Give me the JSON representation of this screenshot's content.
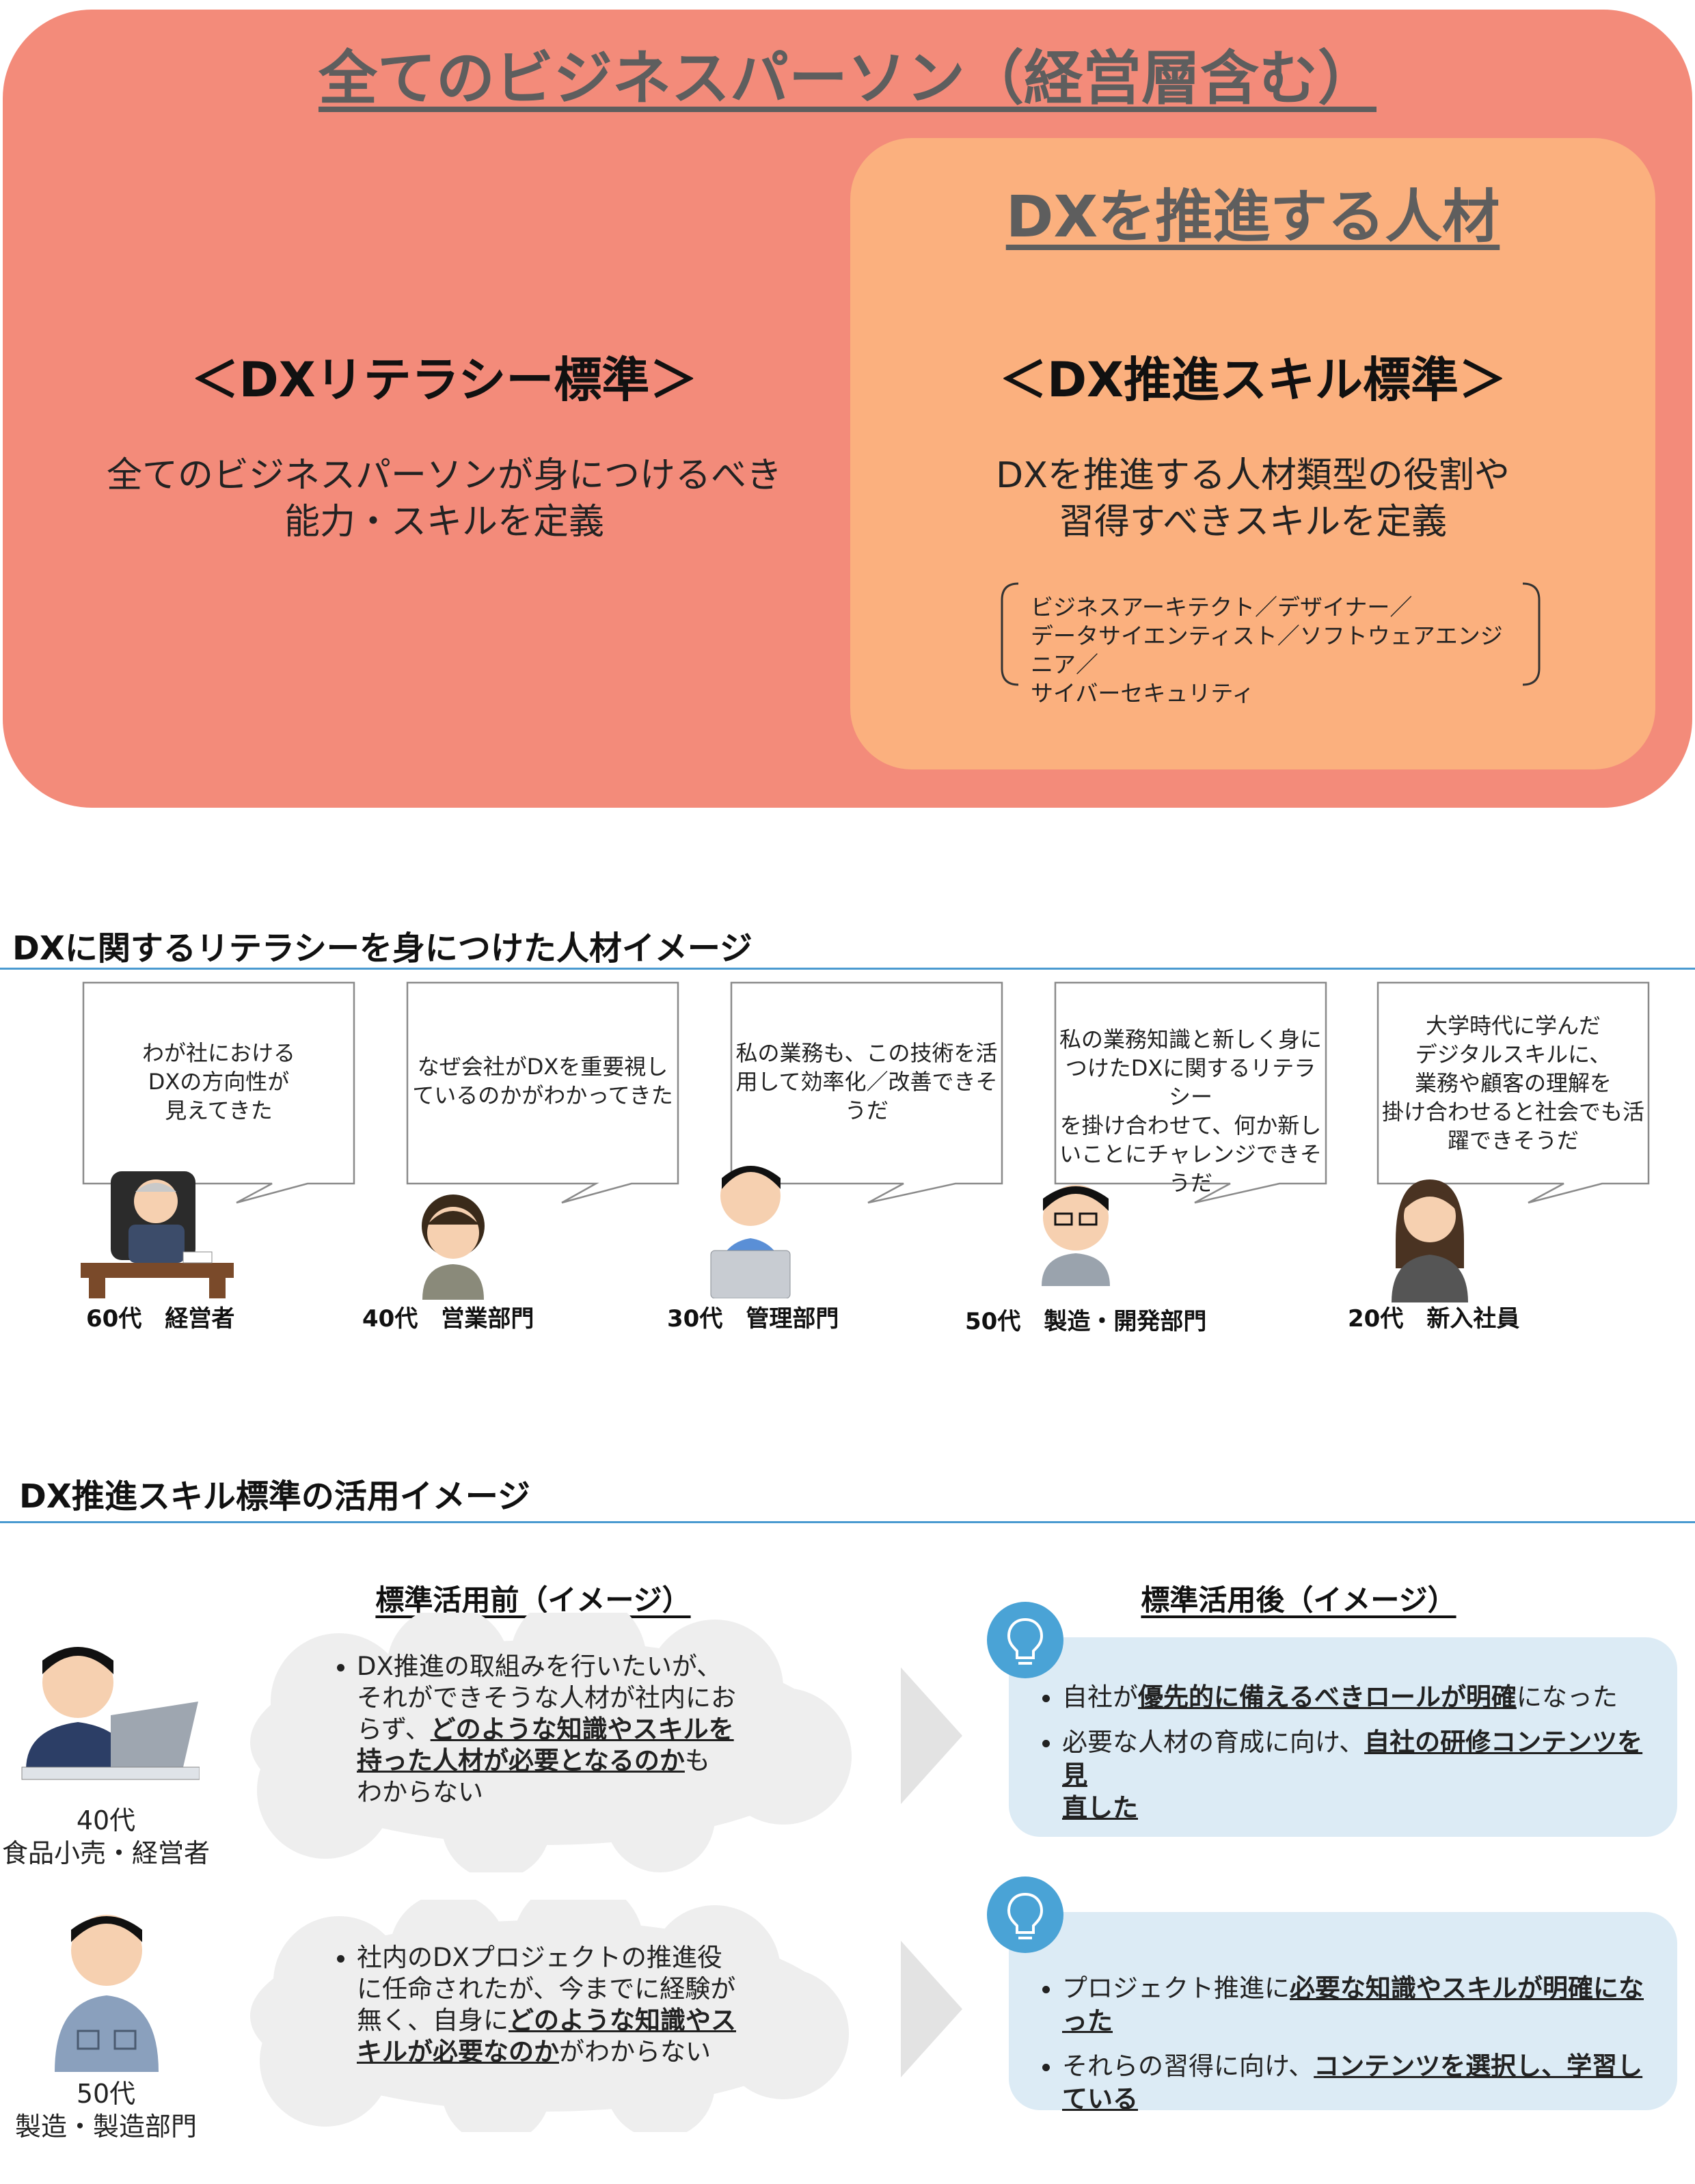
{
  "top": {
    "title": "全てのビジネスパーソン（経営層含む）",
    "literacy": {
      "heading": "＜DXリテラシー標準＞",
      "desc_line1": "全てのビジネスパーソンが身につけるべき",
      "desc_line2": "能力・スキルを定義"
    },
    "promo": {
      "title": "DXを推進する人材",
      "heading": "＜DX推進スキル標準＞",
      "desc_line1": "DXを推進する人材類型の役割や",
      "desc_line2": "習得すべきスキルを定義",
      "roles_line1": "ビジネスアーキテクト／デザイナー／",
      "roles_line2": "データサイエンティスト／ソフトウェアエンジニア／",
      "roles_line3": "サイバーセキュリティ"
    }
  },
  "section1": {
    "heading": "DXに関するリテラシーを身につけた人材イメージ",
    "people": [
      {
        "lines": [
          "わが社における",
          "DXの方向性が",
          "見えてきた"
        ],
        "label": "60代　経営者"
      },
      {
        "lines": [
          "なぜ会社がDXを重要視し",
          "ているのかがわかってきた"
        ],
        "label": "40代　営業部門"
      },
      {
        "lines": [
          "私の業務も、この技術を活",
          "用して効率化／改善できそ",
          "うだ"
        ],
        "label": "30代　管理部門"
      },
      {
        "lines": [
          "私の業務知識と新しく身に",
          "つけたDXに関するリテラシー",
          "を掛け合わせて、何か新し",
          "いことにチャレンジできそうだ"
        ],
        "label": "50代　製造・開発部門"
      },
      {
        "lines": [
          "大学時代に学んだ",
          "デジタルスキルに、",
          "業務や顧客の理解を",
          "掛け合わせると社会でも活",
          "躍できそうだ"
        ],
        "label": "20代　新入社員"
      }
    ]
  },
  "section2": {
    "heading": "DX推進スキル標準の活用イメージ",
    "before_head": "標準活用前（イメージ）",
    "after_head": "標準活用後（イメージ）",
    "case1": {
      "person_line1": "40代",
      "person_line2": "食品小売・経営者",
      "before": {
        "l1": "DX推進の取組みを行いたいが、",
        "l2": "それができそうな人材が社内にお",
        "l3a": "らず、",
        "l3b": "どのような知識やスキルを",
        "l4": "持った人材が必要となるのか",
        "l4b": "も",
        "l5": "わからない"
      },
      "after": {
        "i1a": "自社が",
        "i1b": "優先的に備えるべきロールが明確",
        "i1c": "になった",
        "i2a": "必要な人材の育成に向け、",
        "i2b": "自社の研修コンテンツを見",
        "i2c": "直した"
      }
    },
    "case2": {
      "person_line1": "50代",
      "person_line2": "製造・製造部門",
      "before": {
        "l1": "社内のDXプロジェクトの推進役",
        "l2": "に任命されたが、今までに経験が",
        "l3a": "無く、自身に",
        "l3b": "どのような知識やス",
        "l4": "キルが必要なのか",
        "l4b": "がわからない"
      },
      "after": {
        "i1a": "プロジェクト推進に",
        "i1b": "必要な知識やスキルが明確になった",
        "i2a": "それらの習得に向け、",
        "i2b": "コンテンツを選択し、学習している"
      }
    }
  },
  "colors": {
    "outer_panel": "#f38b7a",
    "inner_panel": "#fbb07e",
    "heading_line": "#4a9ad0",
    "after_box": "#dcebf5",
    "bulb_circle": "#4aa3d6"
  }
}
